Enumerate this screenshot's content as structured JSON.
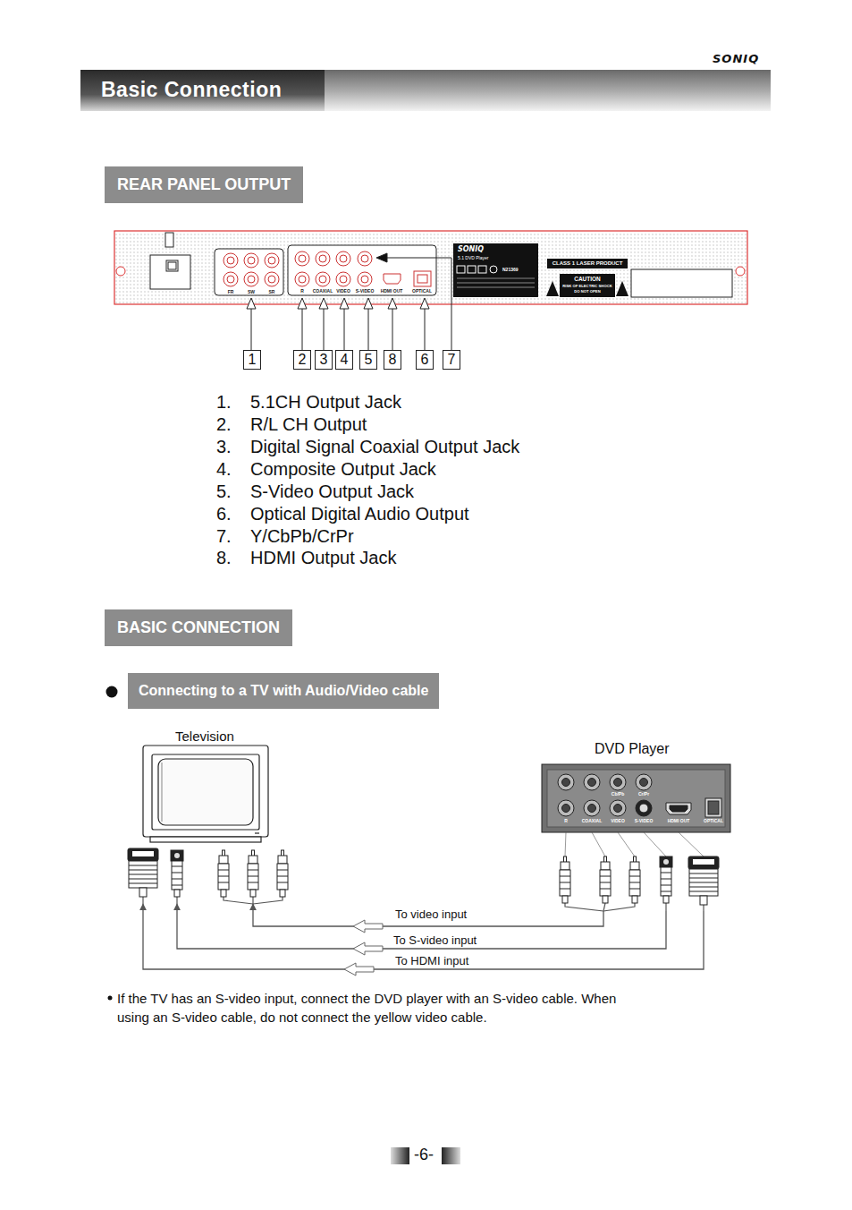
{
  "diagram": {
    "title": "Basic Connection",
    "nodes": [
      {
        "text": [
          "REAR PANEL OUTPUT"
        ]
      },
      {
        "text": [
          "1"
        ]
      },
      {
        "text": [
          "2"
        ]
      },
      {
        "text": [
          "3"
        ]
      },
      {
        "text": [
          "4"
        ]
      },
      {
        "text": [
          "5"
        ]
      },
      {
        "text": [
          "8"
        ]
      },
      {
        "text": [
          "6"
        ]
      },
      {
        "text": [
          "7"
        ]
      },
      {
        "text": [
          "BASIC CONNECTION"
        ]
      },
      {
        "text": [
          "Connecting to a TV with Audio/Video cable"
        ]
      },
      {
        "text": [
          "Television"
        ]
      },
      {
        "text": [
          "DVD Player"
        ]
      }
    ],
    "edges": [
      {
        "from": 12,
        "to": 11,
        "arrow": "to",
        "label": "To video input"
      },
      {
        "from": 12,
        "to": 11,
        "arrow": "to",
        "label": "To S-video input"
      },
      {
        "from": 12,
        "to": 11,
        "arrow": "to",
        "label": "To HDMI input"
      }
    ],
    "labels": [
      "SONIQ",
      "1.",
      "5.1CH Output Jack",
      "2.",
      "R/L CH Output",
      "3.",
      "Digital Signal Coaxial Output Jack",
      "4.",
      "Composite Output Jack",
      "5.",
      "S-Video Output Jack",
      "6.",
      "Optical Digital Audio Output",
      "7.",
      "Y/CbPb/CrPr",
      "8.",
      "HDMI Output Jack",
      "FR",
      "SW",
      "SR",
      "R",
      "COAXIAL",
      "VIDEO",
      "S-VIDEO",
      "HDMI OUT",
      "OPTICAL",
      "SONIQ",
      "5.1 DVD Player",
      "N21369",
      "CLASS 1 LASER PRODUCT",
      "CAUTION",
      "RISK OF ELECTRIC SHOCK",
      "DO NOT OPEN",
      "Cb/Pb",
      "Cr/Pr",
      "R",
      "COAXIAL",
      "VIDEO",
      "S-VIDEO",
      "HDMI OUT",
      "OPTICAL",
      "If the TV has an S-video input, connect the DVD player with an S-video cable. When using an S-video cable, do not connect the yellow video cable.",
      "-6-"
    ]
  }
}
